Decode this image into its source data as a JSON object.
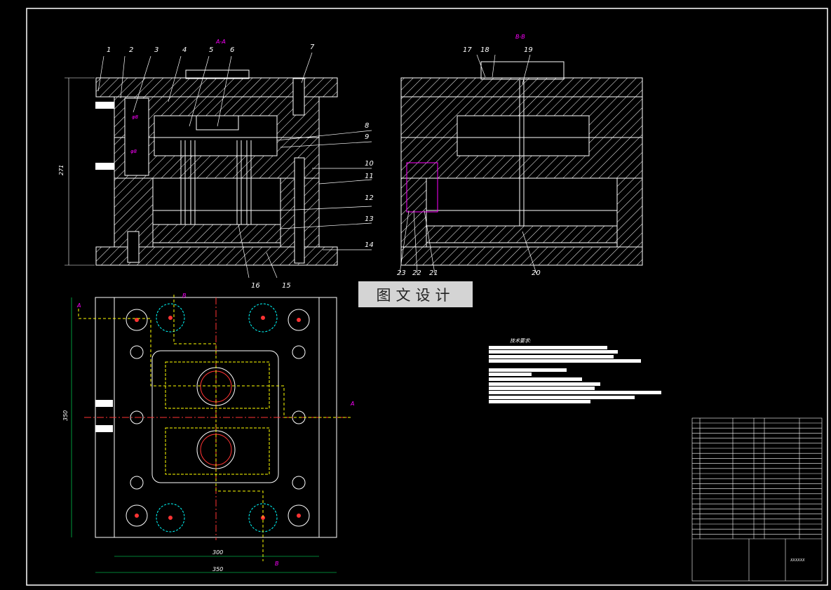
{
  "section_labels": {
    "aa": "A-A",
    "bb": "B-B"
  },
  "left_part_numbers": [
    "1",
    "2",
    "3",
    "4",
    "5",
    "6",
    "7",
    "8",
    "9",
    "10",
    "11",
    "12",
    "13",
    "14",
    "15",
    "16"
  ],
  "right_part_numbers": [
    "17",
    "18",
    "19",
    "20",
    "21",
    "22",
    "23"
  ],
  "dims": {
    "height_left": "271",
    "plan_height": "350",
    "plan_width_inner": "300",
    "plan_width_outer": "350"
  },
  "view_marks": {
    "a": "A",
    "b": "B"
  },
  "watermark": "图文设计",
  "tech_req_title": "技术要求:",
  "colors": {
    "background": "#000000",
    "lines": "#ffffff",
    "section": "#ff00ff",
    "centerline": "#ff3333",
    "cooling": "#00ffff",
    "dim": "#00ff66",
    "hidden": "#ffff00"
  },
  "title_block": {
    "drawing_code": "XXXXXX"
  }
}
